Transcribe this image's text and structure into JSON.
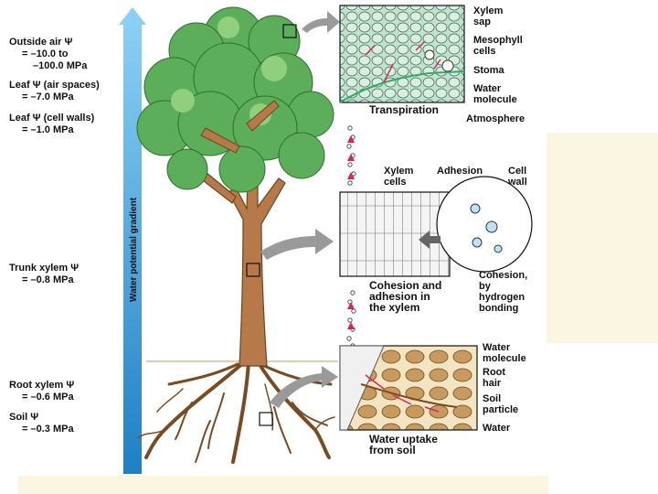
{
  "gradient_label": "Water potential gradient",
  "psi_labels": [
    {
      "line1": "Outside air Ψ",
      "line2": "= –10.0 to",
      "line3": "–100.0 MPa"
    },
    {
      "line1": "Leaf Ψ (air spaces)",
      "line2": "= –7.0 MPa"
    },
    {
      "line1": "Leaf Ψ (cell walls)",
      "line2": "= –1.0 MPa"
    },
    {
      "line1": "Trunk xylem Ψ",
      "line2": "= –0.8 MPa"
    },
    {
      "line1": "Root xylem Ψ",
      "line2": "= –0.6 MPa"
    },
    {
      "line1": "Soil Ψ",
      "line2": "= –0.3 MPa"
    }
  ],
  "leaf_panel": {
    "labels": [
      "Xylem\nsap",
      "Mesophyll\ncells",
      "Stoma",
      "Water\nmolecule",
      "Atmosphere"
    ],
    "caption": "Transpiration"
  },
  "trunk_panel": {
    "labels": [
      "Xylem\ncells",
      "Adhesion",
      "Cell\nwall",
      "Cohesion,\nby\nhydrogen\nbonding"
    ],
    "caption": "Cohesion and\nadhesion in\nthe xylem"
  },
  "root_panel": {
    "labels": [
      "Water\nmolecule",
      "Root\nhair",
      "Soil\nparticle",
      "Water"
    ],
    "caption": "Water uptake\nfrom soil"
  },
  "colors": {
    "gradient_arrow": "#3b9ad6",
    "leaf": "#5cae5a",
    "trunk": "#b67a4a",
    "soil": "#e9d3a8",
    "arrow_red": "#d8235b",
    "gray_arrow": "#9a9a9a"
  }
}
